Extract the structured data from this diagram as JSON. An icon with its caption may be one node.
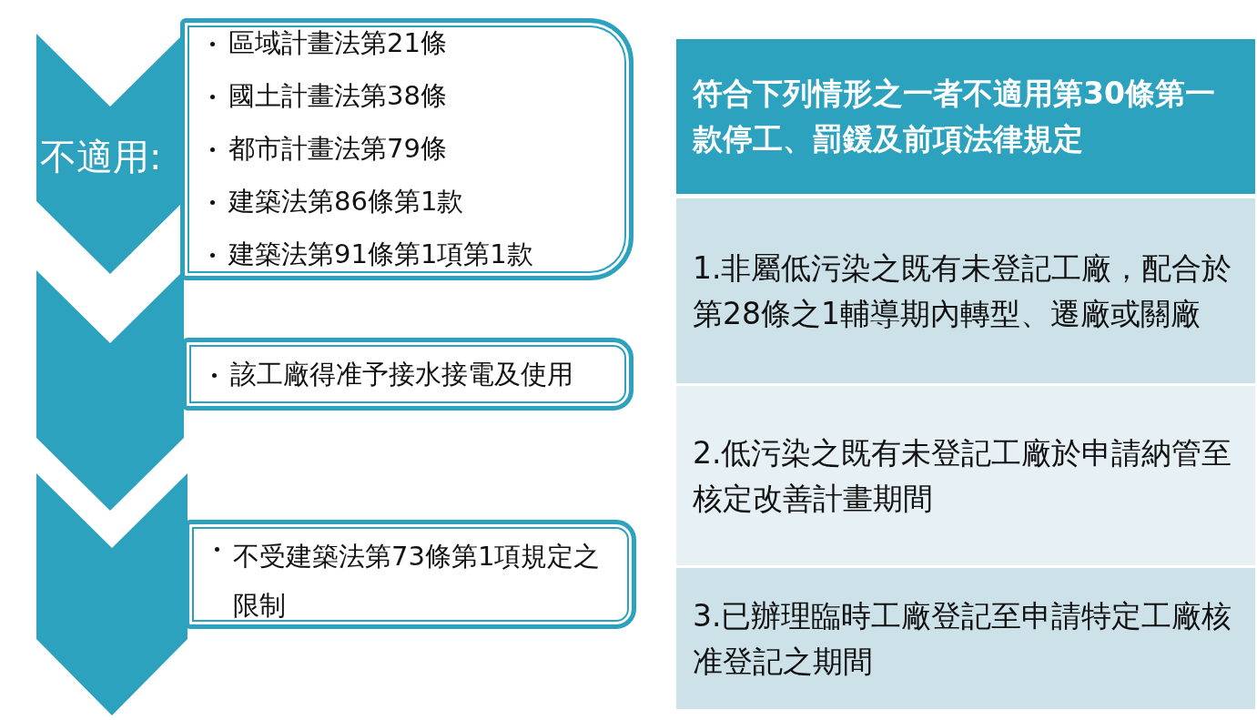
{
  "diagram": {
    "nodes": [
      {
        "text": [
          "不適用:"
        ]
      },
      {
        "text": [
          "區域計畫法第21條",
          "國土計畫法第38條",
          "都市計畫法第79條",
          "建築法第86條第1款",
          "建築法第91條第1項第1款"
        ]
      },
      {
        "text": [],
        "shape": "chevron"
      },
      {
        "text": [
          "該工廠得准予接水接電及使用"
        ]
      },
      {
        "text": [],
        "shape": "chevron"
      },
      {
        "text": [
          "不受建築法第73條第1項規定之限制"
        ]
      },
      {
        "text": [
          "符合下列情形之一者不適用第30條第一款停工、罰鍰及前項法律規定"
        ]
      },
      {
        "text": [
          "1.非屬低污染之既有未登記工廠，配合於第28條之1輔導期內轉型、遷廠或關廠"
        ]
      },
      {
        "text": [
          "2.低污染之既有未登記工廠於申請納管至核定改善計畫期間"
        ]
      },
      {
        "text": [
          "3.已辦理臨時工廠登記至申請特定工廠核准登記之期間"
        ]
      }
    ]
  }
}
